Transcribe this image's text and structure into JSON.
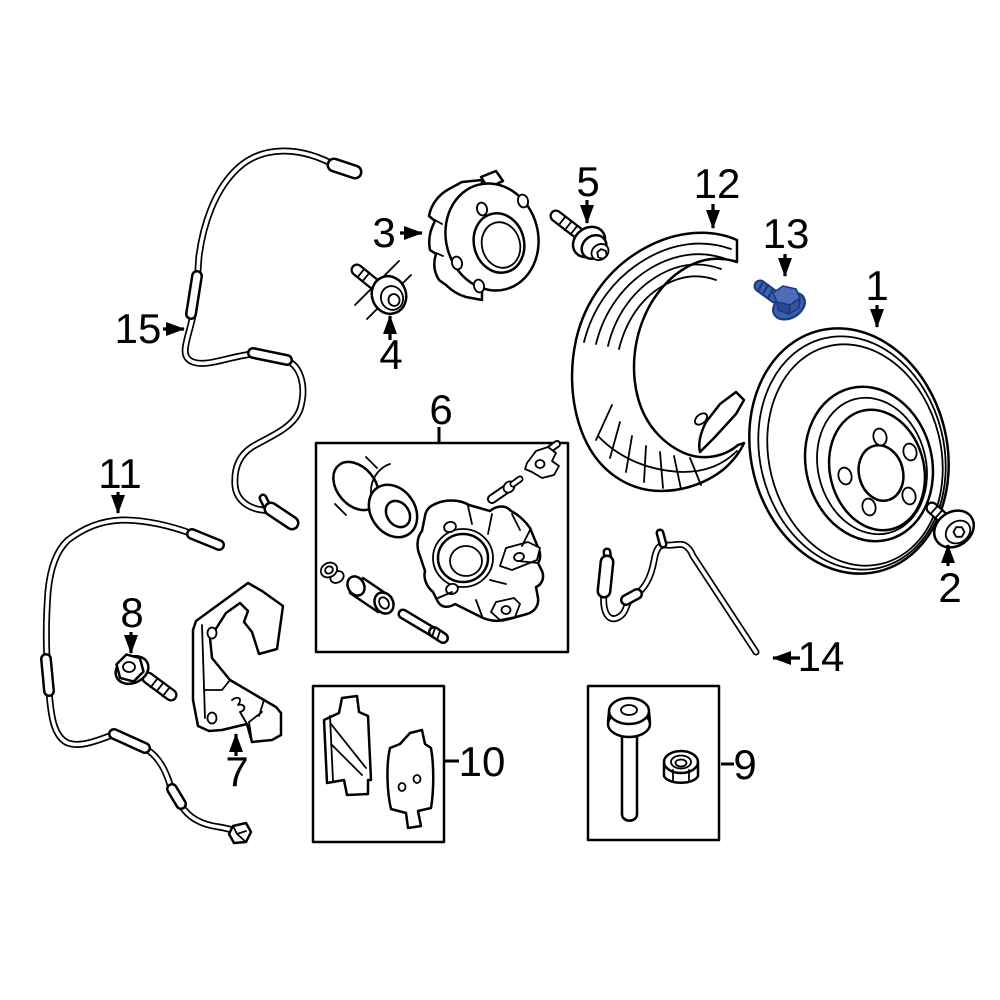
{
  "diagram": {
    "background": "#ffffff",
    "line_color": "#000000",
    "highlight_fill": "#3e5fad",
    "highlight_fill_light": "#4f6cb8",
    "highlight_fill_dark": "#2c4896",
    "highlight_outline": "#1c3a82"
  },
  "callouts": [
    {
      "label": "1"
    },
    {
      "label": "2"
    },
    {
      "label": "3"
    },
    {
      "label": "4"
    },
    {
      "label": "5"
    },
    {
      "label": "6"
    },
    {
      "label": "7"
    },
    {
      "label": "8"
    },
    {
      "label": "9"
    },
    {
      "label": "10"
    },
    {
      "label": "11"
    },
    {
      "label": "12"
    },
    {
      "label": "13"
    },
    {
      "label": "14"
    },
    {
      "label": "15"
    }
  ]
}
